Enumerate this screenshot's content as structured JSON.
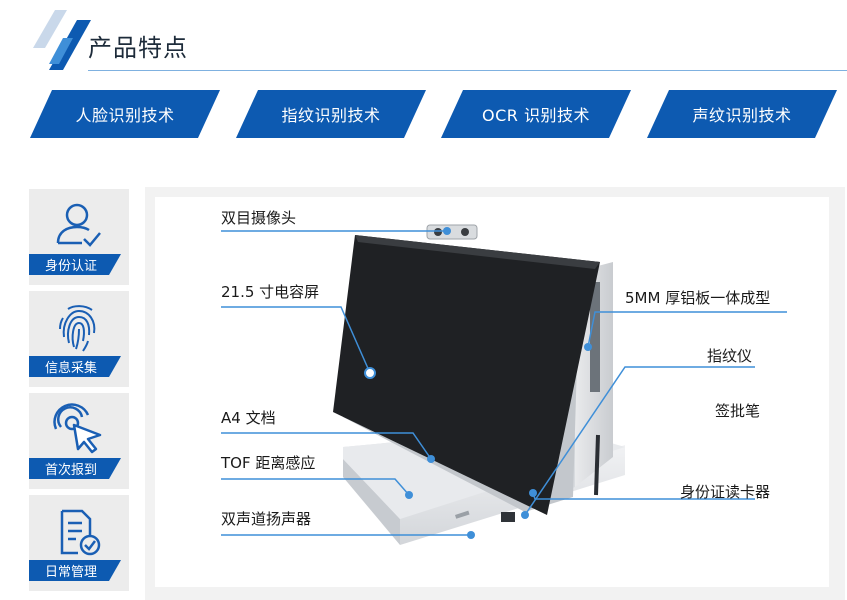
{
  "header": {
    "title": "产品特点"
  },
  "tech_tabs": [
    {
      "label": "人脸识别技术"
    },
    {
      "label": "指纹识别技术"
    },
    {
      "label": "OCR 识别技术"
    },
    {
      "label": "声纹识别技术"
    }
  ],
  "features": [
    {
      "label": "身份认证",
      "icon": "user-check-icon"
    },
    {
      "label": "信息采集",
      "icon": "fingerprint-icon"
    },
    {
      "label": "首次报到",
      "icon": "touch-target-icon"
    },
    {
      "label": "日常管理",
      "icon": "document-check-icon"
    }
  ],
  "callouts": {
    "camera": "双目摄像头",
    "screen": "21.5 寸电容屏",
    "a4": "A4 文档",
    "tof": "TOF 距离感应",
    "speaker": "双声道扬声器",
    "aluminum": "5MM 厚铝板一体成型",
    "fingerprint": "指纹仪",
    "pen": "签批笔",
    "id_reader": "身份证读卡器"
  },
  "colors": {
    "brand_blue": "#0d5ab1",
    "line_blue": "#3f8fd8",
    "panel_gray": "#f2f2f2"
  }
}
